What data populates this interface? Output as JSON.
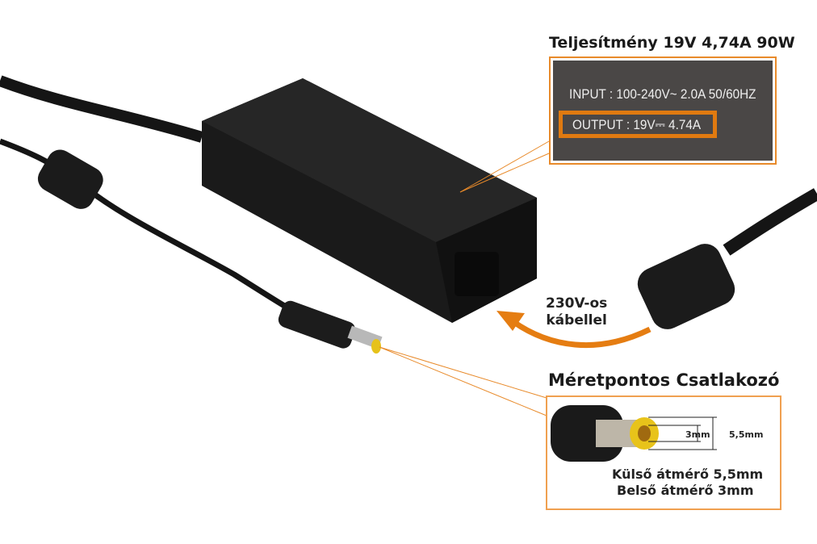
{
  "spec": {
    "title": "Teljesítmény 19V 4,74A 90W",
    "input": "INPUT : 100-240V~ 2.0A 50/60HZ",
    "output": "OUTPUT : 19V⎓ 4.74A"
  },
  "cable": {
    "line1": "230V-os",
    "line2": "kábellel"
  },
  "connector": {
    "title": "Méretpontos Csatlakozó",
    "inner_dim": "3mm",
    "outer_dim": "5,5mm",
    "outer_desc": "Külső átmérő 5,5mm",
    "inner_desc": "Belső átmérő 3mm"
  },
  "colors": {
    "accent": "#e88a2a"
  }
}
